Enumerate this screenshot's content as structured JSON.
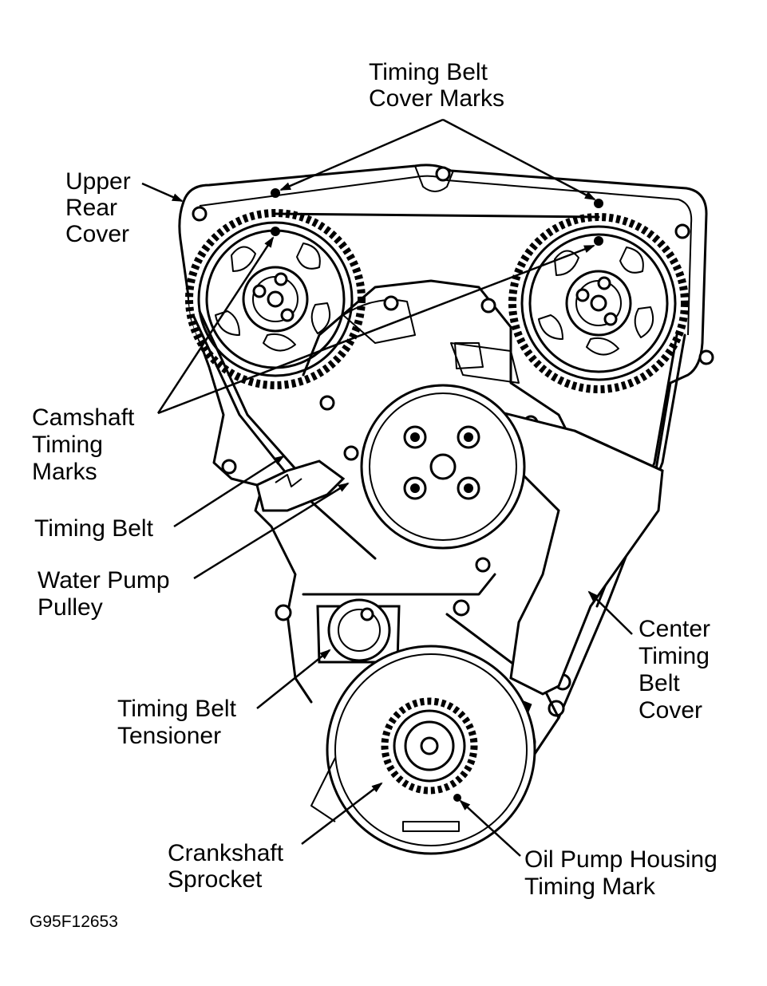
{
  "labels": {
    "cover_marks_1": "Timing Belt",
    "cover_marks_2": "Cover Marks",
    "upper_rear_1": "Upper",
    "upper_rear_2": "Rear",
    "upper_rear_3": "Cover",
    "cam_marks_1": "Camshaft",
    "cam_marks_2": "Timing",
    "cam_marks_3": "Marks",
    "timing_belt": "Timing Belt",
    "water_pump_1": "Water Pump",
    "water_pump_2": "Pulley",
    "center_cover_1": "Center",
    "center_cover_2": "Timing",
    "center_cover_3": "Belt",
    "center_cover_4": "Cover",
    "tensioner_1": "Timing Belt",
    "tensioner_2": "Tensioner",
    "crank_1": "Crankshaft",
    "crank_2": "Sprocket",
    "oil_pump_1": "Oil Pump Housing",
    "oil_pump_2": "Timing Mark",
    "figure_code": "G95F12653"
  }
}
